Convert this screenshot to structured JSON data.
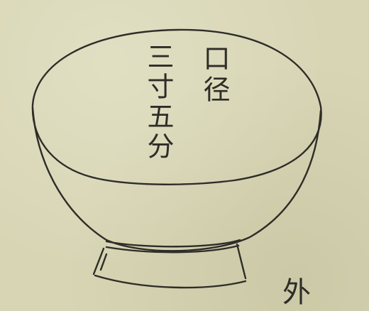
{
  "drawing": {
    "subject": "bowl-sketch",
    "ink_color": "#2e2d28",
    "paper_color": "#d7d5b4"
  },
  "labels": {
    "rim_diameter": "口径",
    "measurement": "三寸五分",
    "outer": "外"
  }
}
